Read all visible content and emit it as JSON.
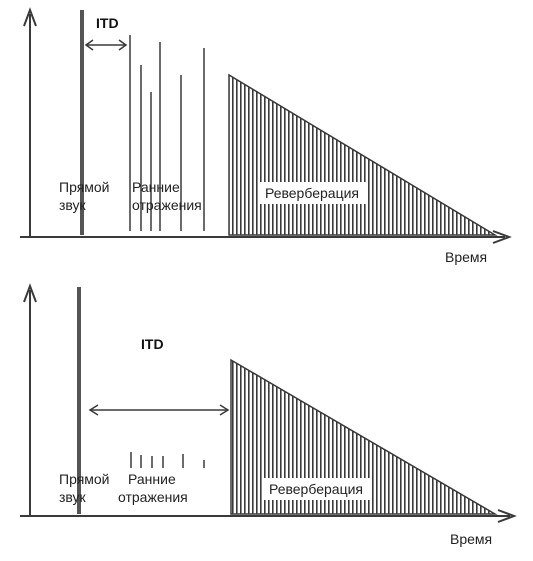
{
  "colors": {
    "ink": "#3a3a3a",
    "direct_sound": "#555555",
    "background": "#ffffff"
  },
  "diagrams": [
    {
      "itd_label": "ITD",
      "direct_sound_label": [
        "Прямой",
        "звук"
      ],
      "early_reflections_label": [
        "Ранние",
        "отражения"
      ],
      "reverberation_label": "Реверберация",
      "time_axis_label": "Время"
    },
    {
      "itd_label": "ITD",
      "direct_sound_label": [
        "Прямой",
        "звук"
      ],
      "early_reflections_label": [
        "Ранние",
        "отражения"
      ],
      "reverberation_label": "Реверберация",
      "time_axis_label": "Время"
    }
  ]
}
